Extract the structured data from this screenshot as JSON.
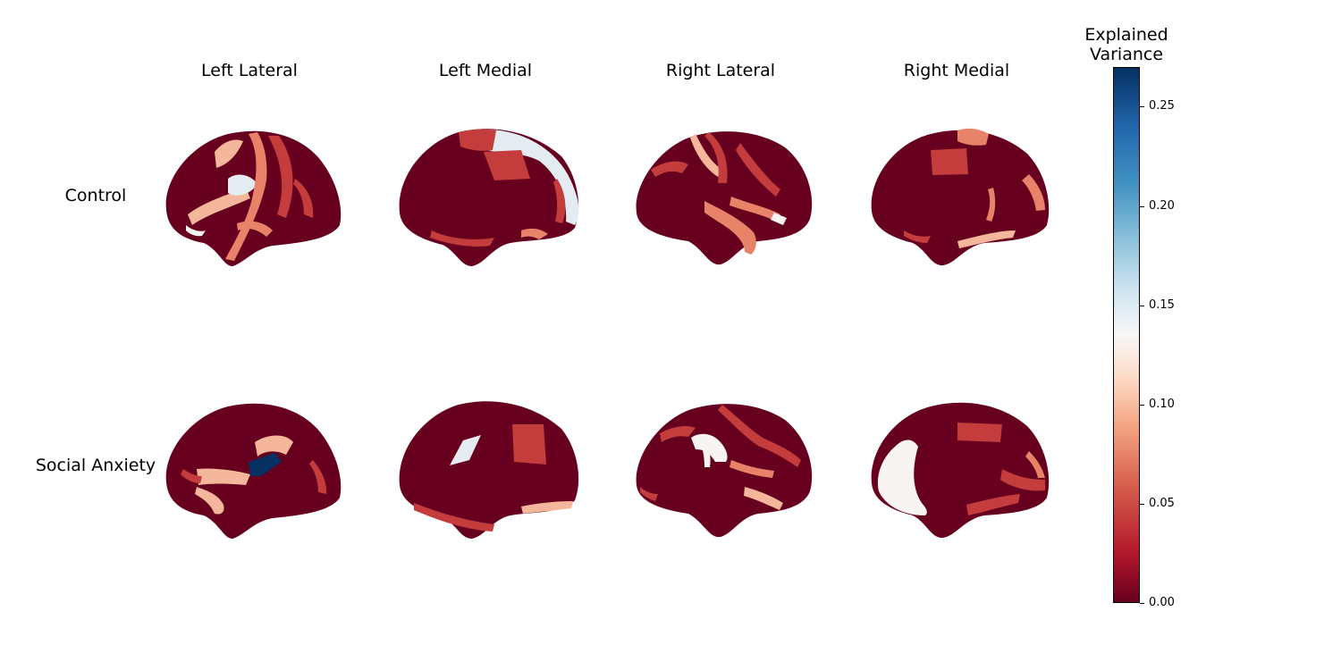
{
  "columns": [
    "Left Lateral",
    "Left Medial",
    "Right Lateral",
    "Right Medial"
  ],
  "rows": [
    "Control",
    "Social Anxiety"
  ],
  "colorbar": {
    "title_line1": "Explained",
    "title_line2": "Variance",
    "min": 0.0,
    "max": 0.27,
    "ticks": [
      "0.00",
      "0.05",
      "0.10",
      "0.15",
      "0.20",
      "0.25"
    ],
    "colormap": "RdBu"
  },
  "colors": {
    "base": "#67001f",
    "dark_red": "#8b1a2b",
    "red": "#c43c3c",
    "salmon": "#e8836a",
    "light_salmon": "#f4b79c",
    "near_white": "#f7f4f2",
    "pale_blue": "#e4ecf2",
    "navy": "#053061"
  }
}
